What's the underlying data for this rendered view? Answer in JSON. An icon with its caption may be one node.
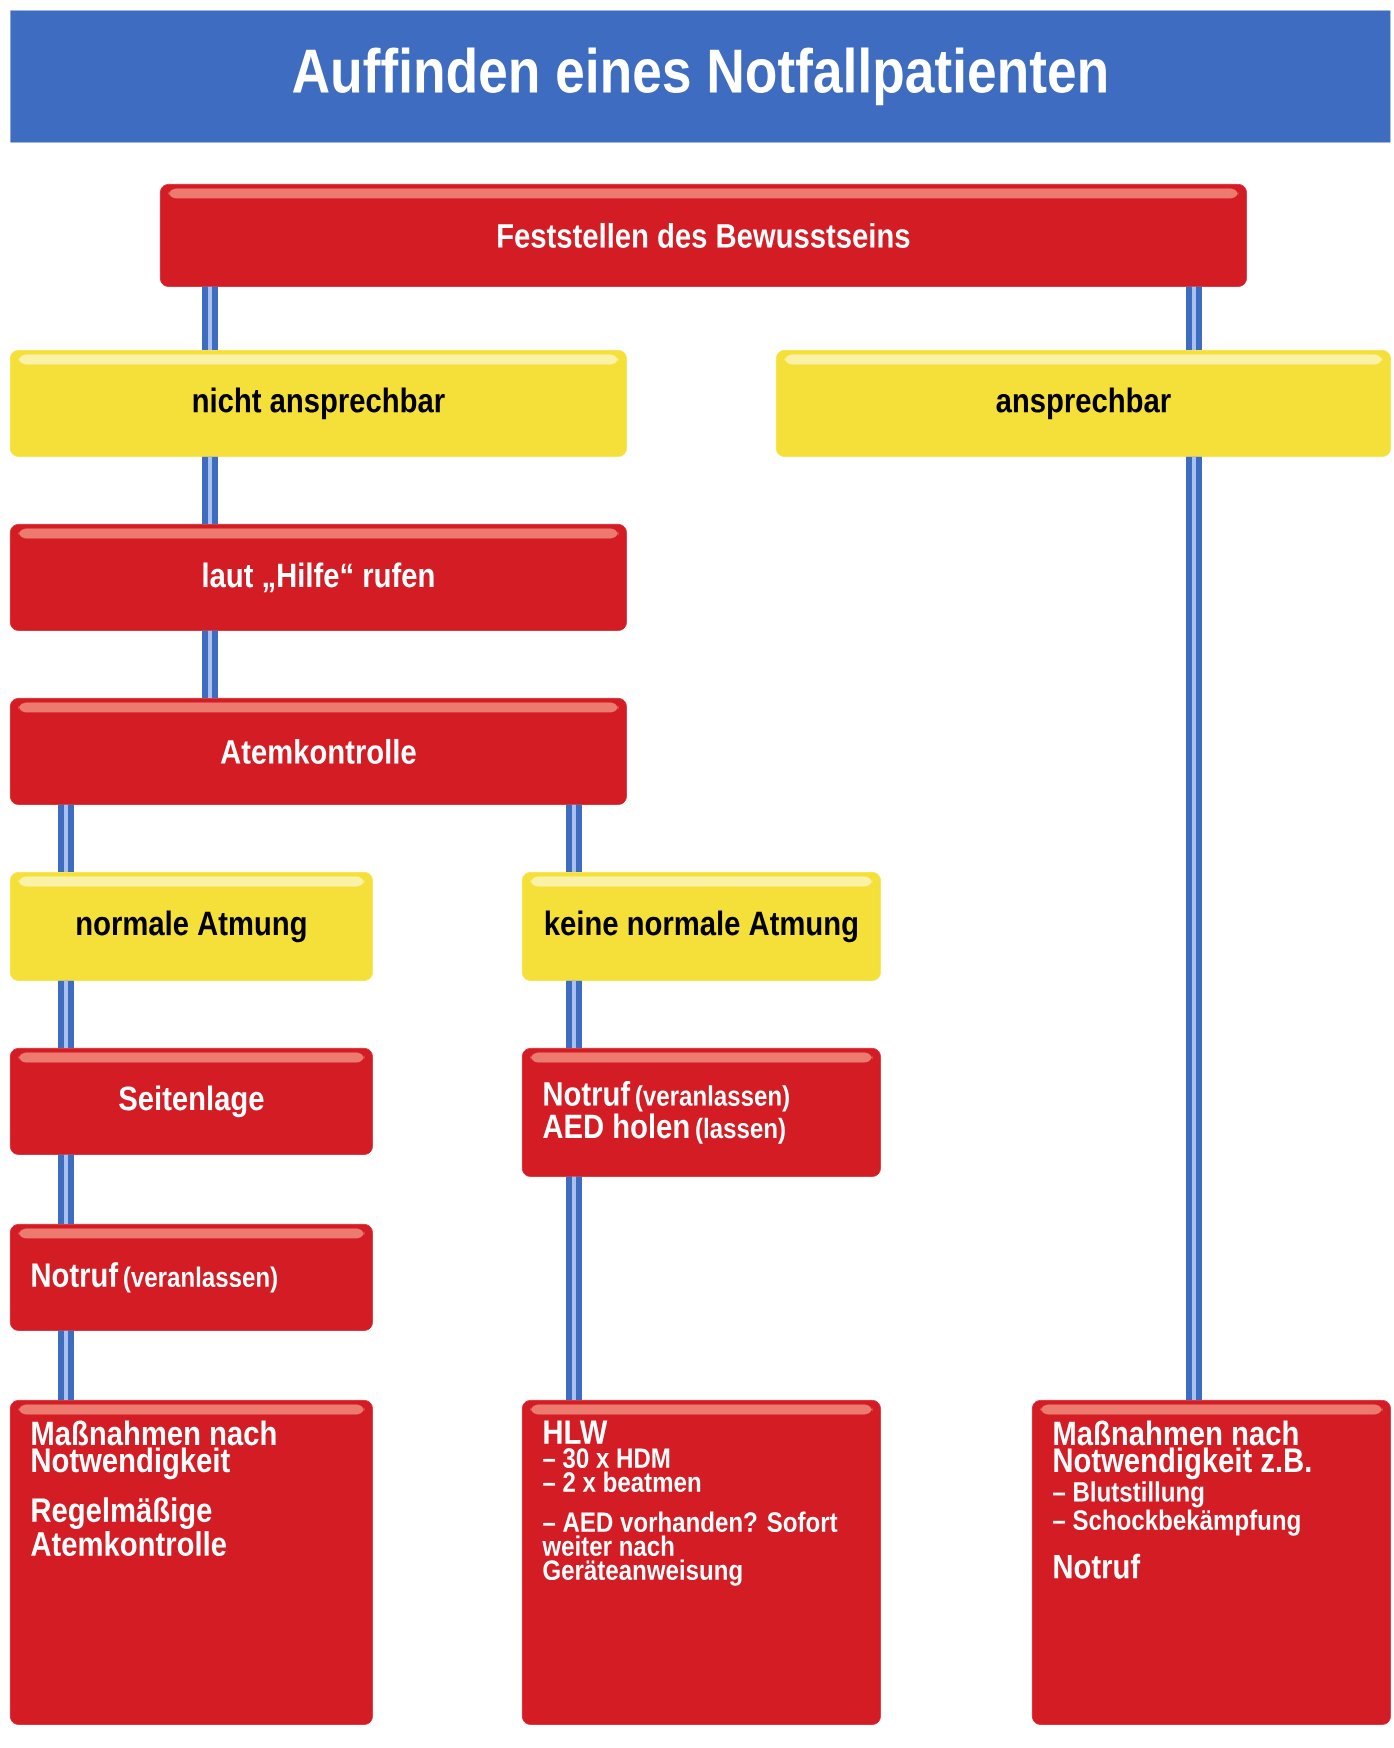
{
  "diagram": {
    "title": "Auffinden eines Notfallpatienten",
    "nodes": [
      {
        "text": [
          "Feststellen des Bewusstseins"
        ]
      },
      {
        "text": [
          "nicht ansprechbar"
        ]
      },
      {
        "text": [
          "ansprechbar"
        ]
      },
      {
        "text": [
          "laut „Hilfe“ rufen"
        ]
      },
      {
        "text": [
          "Atemkontrolle"
        ]
      },
      {
        "text": [
          "normale Atmung"
        ]
      },
      {
        "text": [
          "keine normale Atmung"
        ]
      },
      {
        "text": [
          "Seitenlage"
        ]
      },
      {
        "text": [
          "Notruf",
          "(veranlassen)"
        ]
      },
      {
        "text": [
          "Notruf",
          "(veranlassen)",
          "AED holen",
          "(lassen)"
        ]
      },
      {
        "text": [
          "Maßnahmen nach Notwendigkeit",
          "Regelmäßige Atemkontrolle"
        ]
      },
      {
        "text": [
          "HLW",
          "– 30 x HDM",
          "– 2 x beatmen",
          "– AED vorhanden? Sofort weiter nach Geräteanweisung"
        ]
      },
      {
        "text": [
          "Maßnahmen nach Notwendigkeit z.B.",
          "– Blutstillung",
          "– Schockbekämpfung",
          "Notruf"
        ]
      }
    ],
    "edges": [
      {
        "from": 0,
        "to": 1,
        "arrow": "none"
      },
      {
        "from": 0,
        "to": 2,
        "arrow": "none"
      },
      {
        "from": 1,
        "to": 3,
        "arrow": "none"
      },
      {
        "from": 3,
        "to": 4,
        "arrow": "none"
      },
      {
        "from": 4,
        "to": 5,
        "arrow": "none"
      },
      {
        "from": 4,
        "to": 6,
        "arrow": "none"
      },
      {
        "from": 5,
        "to": 7,
        "arrow": "none"
      },
      {
        "from": 7,
        "to": 8,
        "arrow": "none"
      },
      {
        "from": 8,
        "to": 10,
        "arrow": "none"
      },
      {
        "from": 6,
        "to": 9,
        "arrow": "none"
      },
      {
        "from": 9,
        "to": 11,
        "arrow": "none"
      },
      {
        "from": 2,
        "to": 12,
        "arrow": "none"
      }
    ]
  }
}
